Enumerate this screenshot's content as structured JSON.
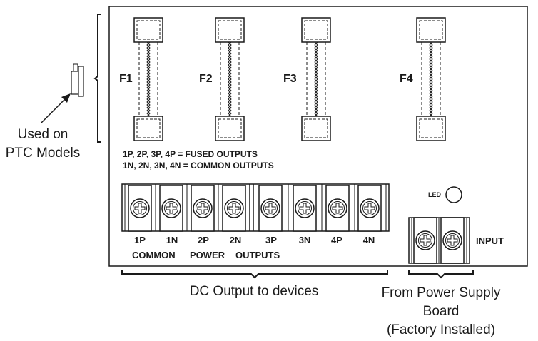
{
  "side_label": {
    "line1": "Used on",
    "line2": "PTC Models"
  },
  "fuses": [
    {
      "label": "F1"
    },
    {
      "label": "F2"
    },
    {
      "label": "F3"
    },
    {
      "label": "F4"
    }
  ],
  "legend": {
    "line1": "1P, 2P, 3P, 4P = FUSED OUTPUTS",
    "line2": "1N, 2N, 3N, 4N = COMMON OUTPUTS"
  },
  "terminals": [
    "1P",
    "1N",
    "2P",
    "2N",
    "3P",
    "3N",
    "4P",
    "4N"
  ],
  "outputs_caption": {
    "common": "COMMON",
    "power": "POWER",
    "outputs": "OUTPUTS"
  },
  "led_label": "LED",
  "input_label": "INPUT",
  "bottom": {
    "dc_output": "DC Output to devices",
    "from_line1": "From Power Supply",
    "from_line2": "Board",
    "from_line3": "(Factory Installed)"
  }
}
